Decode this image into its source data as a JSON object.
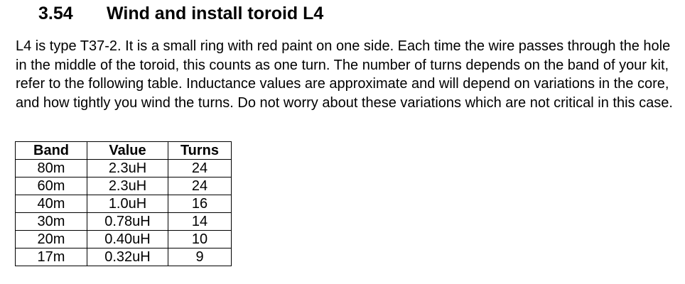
{
  "section": {
    "number": "3.54",
    "title": "Wind and install toroid L4"
  },
  "paragraph": "L4 is type T37-2. It is a small ring with red paint on one side. Each time the wire passes through the hole in the middle of the toroid, this counts as one turn. The number of turns depends on the band of your kit, refer to the following table. Inductance values are approximate and will depend on variations in the core, and how tightly you wind the turns. Do not worry about these variations which are not critical in this case.",
  "table": {
    "headers": [
      "Band",
      "Value",
      "Turns"
    ],
    "rows": [
      [
        "80m",
        "2.3uH",
        "24"
      ],
      [
        "60m",
        "2.3uH",
        "24"
      ],
      [
        "40m",
        "1.0uH",
        "16"
      ],
      [
        "30m",
        "0.78uH",
        "14"
      ],
      [
        "20m",
        "0.40uH",
        "10"
      ],
      [
        "17m",
        "0.32uH",
        "9"
      ]
    ]
  }
}
